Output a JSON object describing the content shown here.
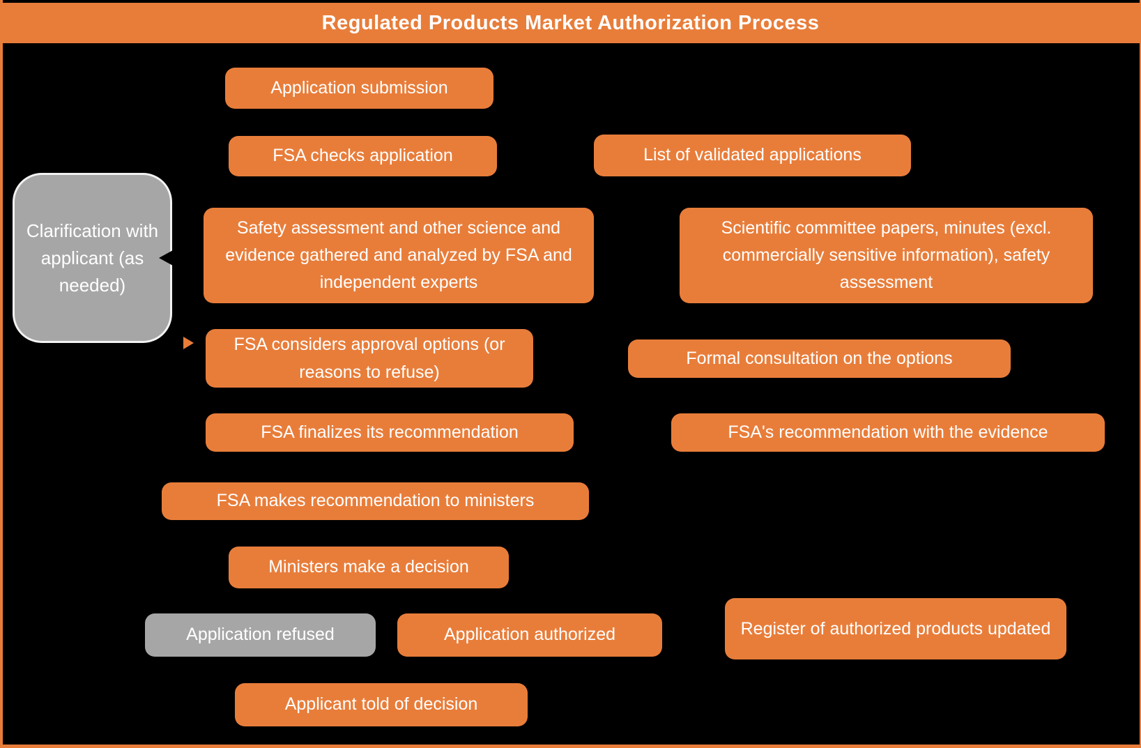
{
  "title_bar": {
    "text": "Regulated Products Market Authorization Process"
  },
  "colors": {
    "accent_orange": "#E87D3A",
    "box_gray": "#A6A6A6",
    "background": "#000000",
    "text": "#FFFFFF",
    "gray_box_border": "#F2F2F2"
  },
  "flowchart": {
    "nodes": [
      {
        "id": "application-submission",
        "label": "Application submission",
        "variant": "orange"
      },
      {
        "id": "fsa-checks-application",
        "label": "FSA checks application",
        "variant": "orange"
      },
      {
        "id": "list-of-validated-applications",
        "label": "List of validated applications",
        "variant": "orange"
      },
      {
        "id": "clarification-with-applicant",
        "label": "Clarification with applicant (as needed)",
        "variant": "gray-outlined"
      },
      {
        "id": "safety-assessment",
        "label": "Safety assessment and other science and evidence gathered and analyzed by FSA and independent experts",
        "variant": "orange"
      },
      {
        "id": "scientific-committee-papers",
        "label": "Scientific committee papers, minutes (excl. commercially sensitive information), safety assessment",
        "variant": "orange"
      },
      {
        "id": "fsa-considers-approval-options",
        "label": "FSA considers approval options (or reasons to refuse)",
        "variant": "orange"
      },
      {
        "id": "formal-consultation",
        "label": "Formal consultation on the options",
        "variant": "orange"
      },
      {
        "id": "fsa-finalizes-recommendation",
        "label": "FSA finalizes its recommendation",
        "variant": "orange"
      },
      {
        "id": "fsa-recommendation-with-evidence",
        "label": "FSA's recommendation with the evidence",
        "variant": "orange"
      },
      {
        "id": "fsa-makes-recommendation-to-ministers",
        "label": "FSA makes recommendation to ministers",
        "variant": "orange"
      },
      {
        "id": "ministers-make-a-decision",
        "label": "Ministers make a decision",
        "variant": "orange"
      },
      {
        "id": "application-refused",
        "label": "Application refused",
        "variant": "gray"
      },
      {
        "id": "application-authorized",
        "label": "Application authorized",
        "variant": "orange"
      },
      {
        "id": "register-of-authorized-products-updated",
        "label": "Register of authorized products updated",
        "variant": "orange"
      },
      {
        "id": "applicant-told-of-decision",
        "label": "Applicant told of decision",
        "variant": "orange"
      }
    ]
  }
}
